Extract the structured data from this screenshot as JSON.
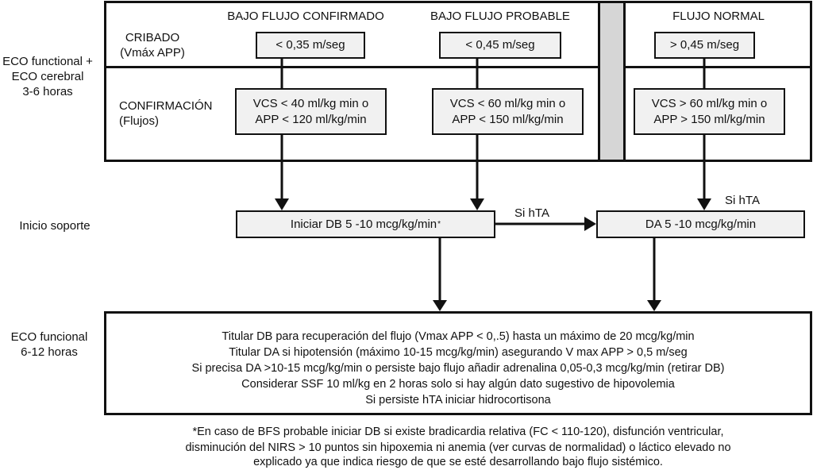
{
  "stage_labels": {
    "eco_initial": [
      "ECO functional +",
      "ECO cerebral",
      "3-6 horas"
    ],
    "support_start": "Inicio soporte",
    "eco_followup": [
      "ECO funcional",
      "6-12 horas"
    ]
  },
  "row_labels": {
    "screening": [
      "CRIBADO",
      "(Vmáx APP)"
    ],
    "confirmation": [
      "CONFIRMACIÓN",
      "(Flujos)"
    ]
  },
  "columns": [
    {
      "header": "BAJO FLUJO CONFIRMADO",
      "screening": "< 0,35 m/seg",
      "confirmation": [
        "VCS < 40 ml/kg min o",
        "APP < 120 ml/kg/min"
      ]
    },
    {
      "header": "BAJO FLUJO PROBABLE",
      "screening": "< 0,45 m/seg",
      "confirmation": [
        "VCS < 60 ml/kg min o",
        "APP < 150 ml/kg/min"
      ]
    },
    {
      "header": "FLUJO NORMAL",
      "screening": "> 0,45 m/seg",
      "confirmation": [
        "VCS > 60 ml/kg min o",
        "APP > 150 ml/kg/min"
      ]
    }
  ],
  "support": {
    "db_box": "Iniciar DB 5 -10 mcg/kg/min",
    "db_marker": "*",
    "da_box": "DA 5 -10 mcg/kg/min",
    "edge_db_to_da": "Si hTA",
    "edge_normal_to_da": "Si hTA"
  },
  "followup_lines": [
    "Titular DB para recuperación del flujo (Vmax APP < 0,.5) hasta un máximo de 20 mcg/kg/min",
    "Titular DA si hipotensión (máximo 10-15 mcg/kg/min) asegurando V max APP > 0,5 m/seg",
    "Si precisa DA >10-15 mcg/kg/min o persiste bajo flujo añadir adrenalina 0,05-0,3 mcg/kg/min (retirar DB)",
    "Considerar SSF 10 ml/kg en 2 horas solo si hay algún dato sugestivo de hipovolemia",
    "Si persiste hTA iniciar hidrocortisona"
  ],
  "footnote": [
    "*En caso de BFS probable iniciar DB si existe bradicardia relativa (FC < 110-120), disfunción ventricular,",
    "disminución del NIRS > 10 puntos sin hipoxemia ni anemia (ver curvas de normalidad) o láctico elevado no",
    "explicado ya que indica riesgo de que se esté desarrollando bajo flujo sistémico."
  ]
}
